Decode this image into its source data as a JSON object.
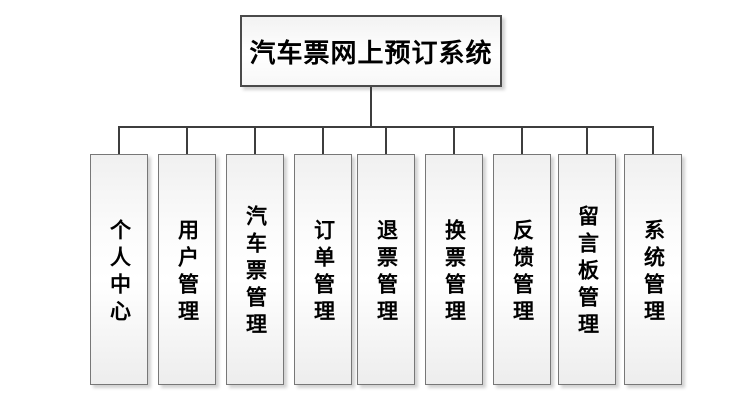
{
  "diagram": {
    "title": "汽车票网上预订系统",
    "children": [
      {
        "label": "个人中心"
      },
      {
        "label": "用户管理"
      },
      {
        "label": "汽车票管理"
      },
      {
        "label": "订单管理"
      },
      {
        "label": "退票管理"
      },
      {
        "label": "换票管理"
      },
      {
        "label": "反馈管理"
      },
      {
        "label": "留言板管理"
      },
      {
        "label": "系统管理"
      }
    ],
    "colors": {
      "connector_line": "#3d3d3d",
      "title_border": "#4a4a4a",
      "child_border": "#777777",
      "text": "#000000",
      "box_fill_top": "#f0f0f0",
      "box_fill_middle": "#ffffff",
      "box_fill_bottom": "#ededed",
      "background": "#ffffff"
    }
  }
}
